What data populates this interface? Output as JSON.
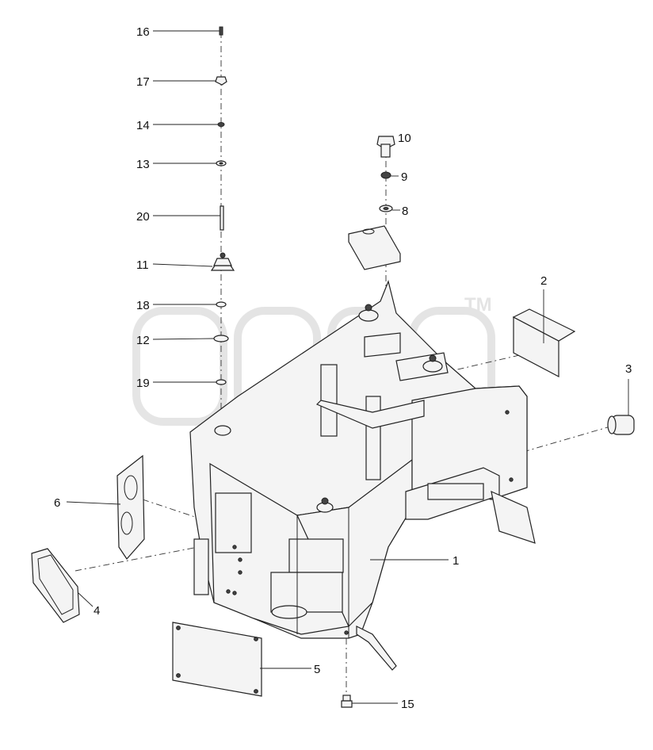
{
  "watermark": {
    "mark": "TM"
  },
  "callouts": {
    "c1": "1",
    "c2": "2",
    "c3": "3",
    "c4": "4",
    "c5": "5",
    "c6": "6",
    "c8": "8",
    "c9": "9",
    "c10": "10",
    "c11": "11",
    "c12": "12",
    "c13": "13",
    "c14": "14",
    "c15": "15",
    "c16": "16",
    "c17": "17",
    "c18": "18",
    "c19": "19",
    "c20": "20"
  }
}
